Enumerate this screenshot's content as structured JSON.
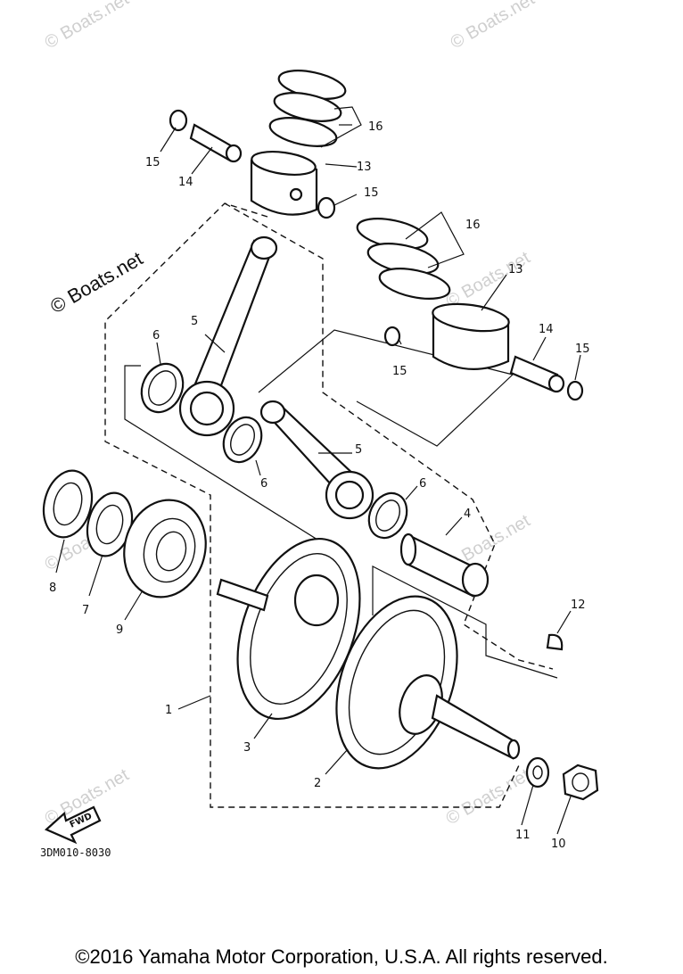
{
  "diagram": {
    "callouts": {
      "p1": "1",
      "p2": "2",
      "p3": "3",
      "p4": "4",
      "p5a": "5",
      "p5b": "5",
      "p6a": "6",
      "p6b": "6",
      "p6c": "6",
      "p7": "7",
      "p8": "8",
      "p9": "9",
      "p10": "10",
      "p11": "11",
      "p12": "12",
      "p13a": "13",
      "p13b": "13",
      "p14a": "14",
      "p14b": "14",
      "p15a": "15",
      "p15b": "15",
      "p15c": "15",
      "p15d": "15",
      "p16a": "16",
      "p16b": "16"
    },
    "fwd_label": "FWD",
    "diagram_code": "3DM010-8030",
    "watermark": "© Boats.net"
  },
  "footer": {
    "copyright": "©2016 Yamaha Motor Corporation, U.S.A. All rights reserved."
  }
}
